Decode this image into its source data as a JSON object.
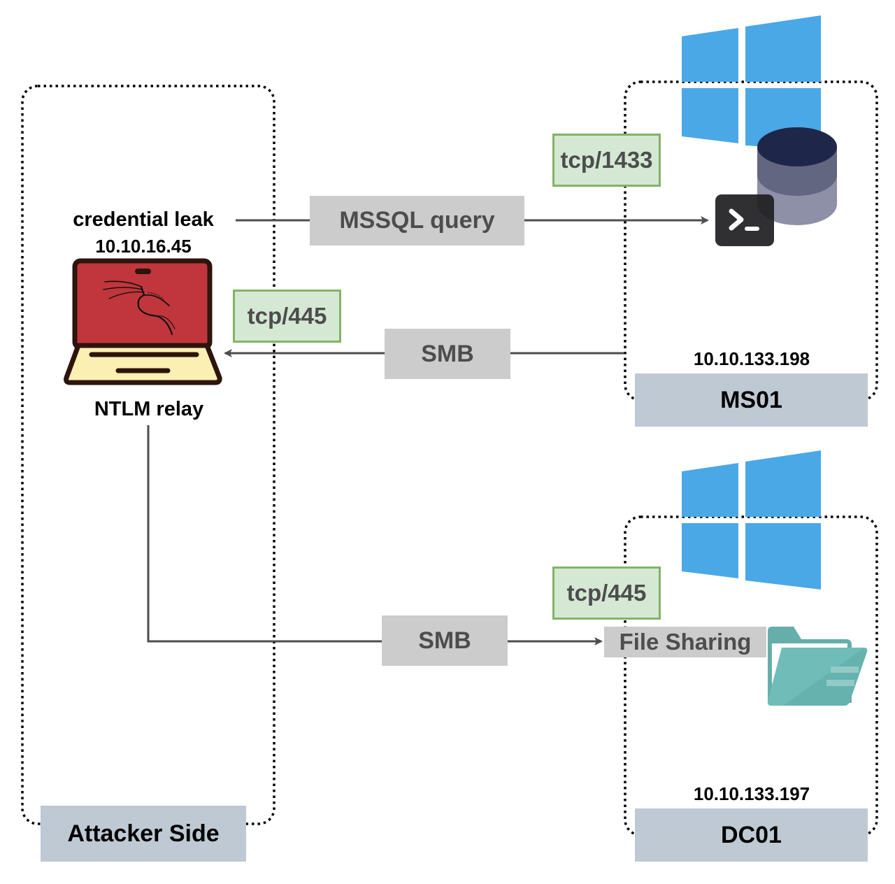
{
  "zones": {
    "attacker": {
      "label": "Attacker Side"
    },
    "ms01": {
      "label": "MS01",
      "ip": "10.10.133.198"
    },
    "dc01": {
      "label": "DC01",
      "ip": "10.10.133.197"
    }
  },
  "attacker_host": {
    "top_label": "credential leak",
    "ip": "10.10.16.45",
    "bottom_label": "NTLM relay",
    "icon": "kali-laptop-icon"
  },
  "connections": [
    {
      "label": "MSSQL query",
      "port": "tcp/1433",
      "from": "attacker",
      "to": "ms01",
      "direction": "to-target"
    },
    {
      "label": "SMB",
      "port": "tcp/445",
      "from": "ms01",
      "to": "attacker",
      "direction": "to-attacker"
    },
    {
      "label": "SMB",
      "port": "tcp/445",
      "from": "attacker",
      "to": "dc01",
      "direction": "to-target"
    }
  ],
  "services": {
    "ms01": {
      "icons": [
        "windows-logo-icon",
        "database-icon",
        "terminal-icon"
      ]
    },
    "dc01": {
      "label": "File Sharing",
      "icons": [
        "windows-logo-icon",
        "folder-icon"
      ]
    }
  },
  "colors": {
    "windows_blue": "#4aa8e6",
    "port_fill": "#d5e8d4",
    "port_border": "#82b366",
    "label_fill": "#cccccc",
    "zone_label_fill": "#bfc9d4",
    "laptop_screen": "#c0363c",
    "laptop_base": "#fcefb4",
    "folder_teal": "#6ab5b0",
    "db_top": "#1e2749"
  }
}
